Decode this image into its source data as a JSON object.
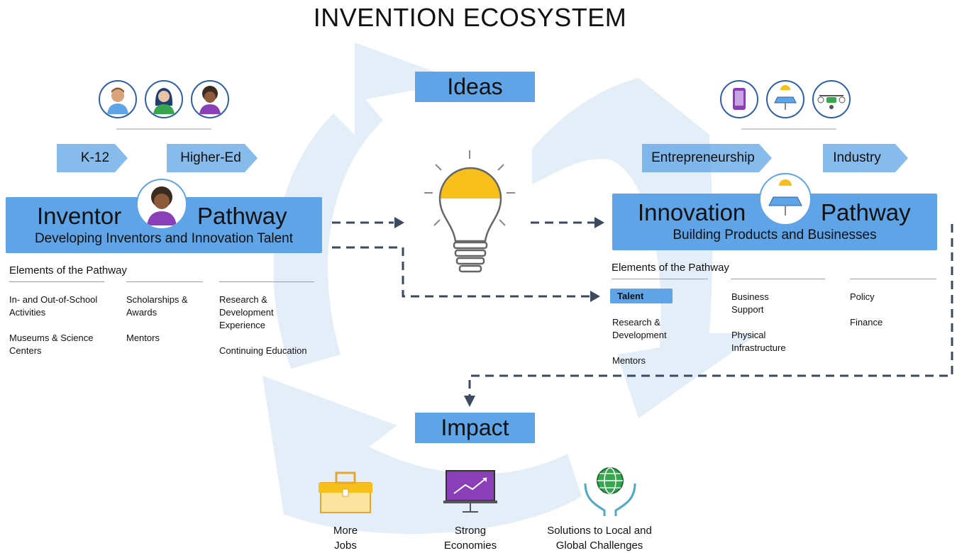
{
  "title": "INVENTION ECOSYSTEM",
  "ideas_label": "Ideas",
  "impact_label": "Impact",
  "inventor": {
    "word1": "Inventor",
    "word2": "Pathway",
    "subtitle": "Developing Inventors and Innovation Talent",
    "stage1": "K-12",
    "stage2": "Higher-Ed",
    "elements_title": "Elements of the Pathway",
    "col1": [
      "In- and Out-of-School Activities",
      "Museums & Science Centers"
    ],
    "col2": [
      "Scholarships & Awards",
      "Mentors"
    ],
    "col3": [
      "Research & Development Experience",
      "Continuing Education"
    ]
  },
  "innovation": {
    "word1": "Innovation",
    "word2": "Pathway",
    "subtitle": "Building Products and Businesses",
    "stage1": "Entrepreneurship",
    "stage2": "Industry",
    "elements_title": "Elements of the Pathway",
    "col1": [
      "Talent",
      "Research & Development",
      "Mentors"
    ],
    "col2": [
      "Business Support",
      "Physical Infrastructure"
    ],
    "col3": [
      "Policy",
      "Finance"
    ]
  },
  "impacts": [
    {
      "line1": "More",
      "line2": "Jobs",
      "icon": "briefcase-icon"
    },
    {
      "line1": "Strong",
      "line2": "Economies",
      "icon": "growth-chart-icon"
    },
    {
      "line1": "Solutions to Local and",
      "line2": "Global Challenges",
      "icon": "globe-hands-icon"
    }
  ],
  "colors": {
    "box_blue": "#5ea4e6",
    "cycle_light": "#e3eef9",
    "dash": "#3b4a5e",
    "bulb_yellow": "#f7bf1a"
  }
}
